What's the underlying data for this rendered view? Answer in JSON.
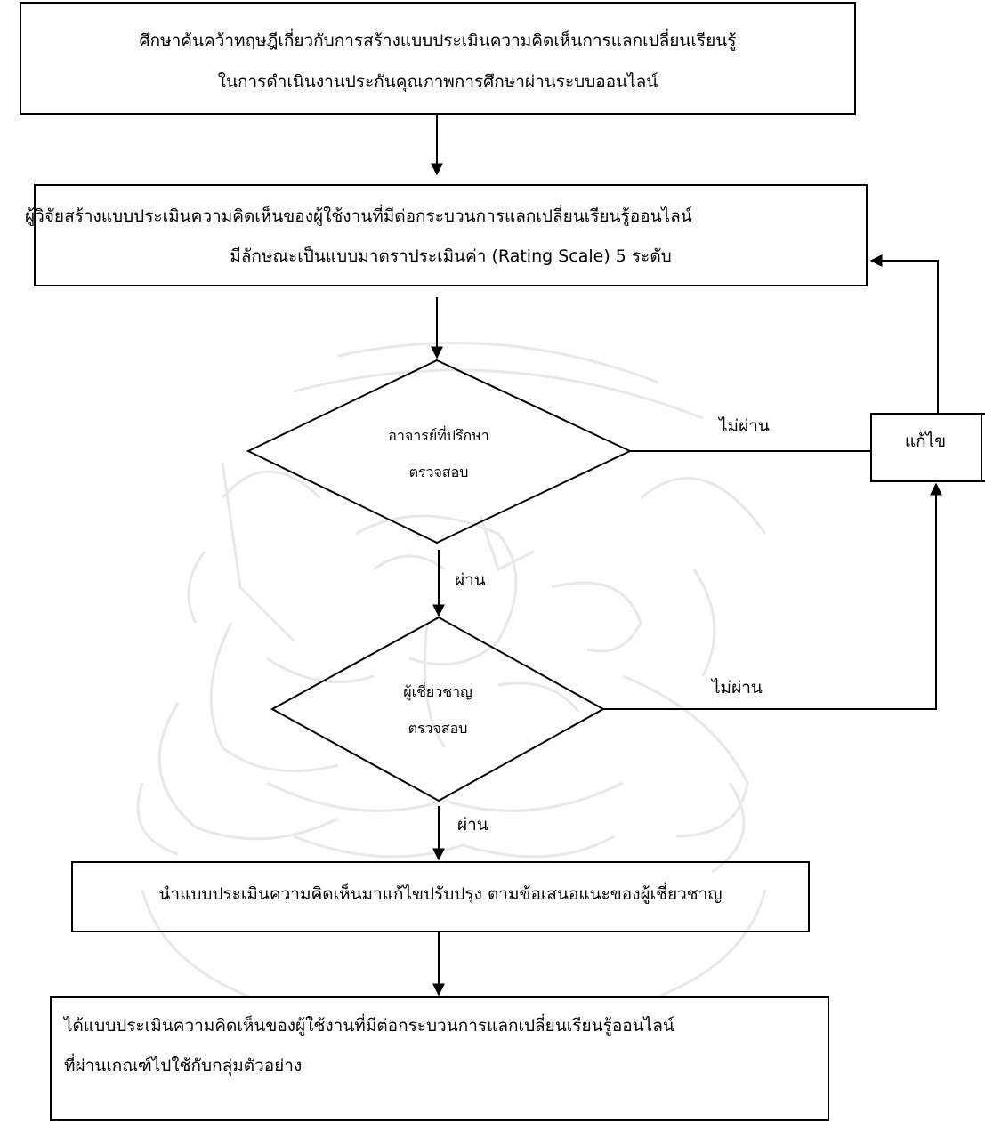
{
  "steps": {
    "study": {
      "line1": "ศึกษาค้นคว้าทฤษฎีเกี่ยวกับการสร้างแบบประเมินความคิดเห็นการแลกเปลี่ยนเรียนรู้",
      "line2": "ในการดำเนินงานประกันคุณภาพการศึกษาผ่านระบบออนไลน์"
    },
    "create": {
      "line1": "ผู้วิจัยสร้างแบบประเมินความคิดเห็นของผู้ใช้งานที่มีต่อกระบวนการแลกเปลี่ยนเรียนรู้ออนไลน์",
      "line2": "มีลักษณะเป็นแบบมาตราประเมินค่า (Rating Scale) 5 ระดับ"
    },
    "advisor_check": {
      "line1": "อาจารย์ที่ปรึกษา",
      "line2": "ตรวจสอบ"
    },
    "expert_check": {
      "line1": "ผู้เชี่ยวชาญ",
      "line2": "ตรวจสอบ"
    },
    "fix": "แก้ไข",
    "improve": "นำแบบประเมินความคิดเห็นมาแก้ไขปรับปรุง ตามข้อเสนอแนะของผู้เชี่ยวชาญ",
    "result": {
      "line1": "ได้แบบประเมินความคิดเห็นของผู้ใช้งานที่มีต่อกระบวนการแลกเปลี่ยนเรียนรู้ออนไลน์",
      "line2": "ที่ผ่านเกณฑ์ไปใช้กับกลุ่มตัวอย่าง"
    }
  },
  "edge_labels": {
    "fail_advisor": "ไม่ผ่าน",
    "fail_expert": "ไม่ผ่าน",
    "pass_advisor": "ผ่าน",
    "pass_expert": "ผ่าน"
  },
  "colors": {
    "line": "#000000",
    "watermark": "#9a9a9a"
  }
}
